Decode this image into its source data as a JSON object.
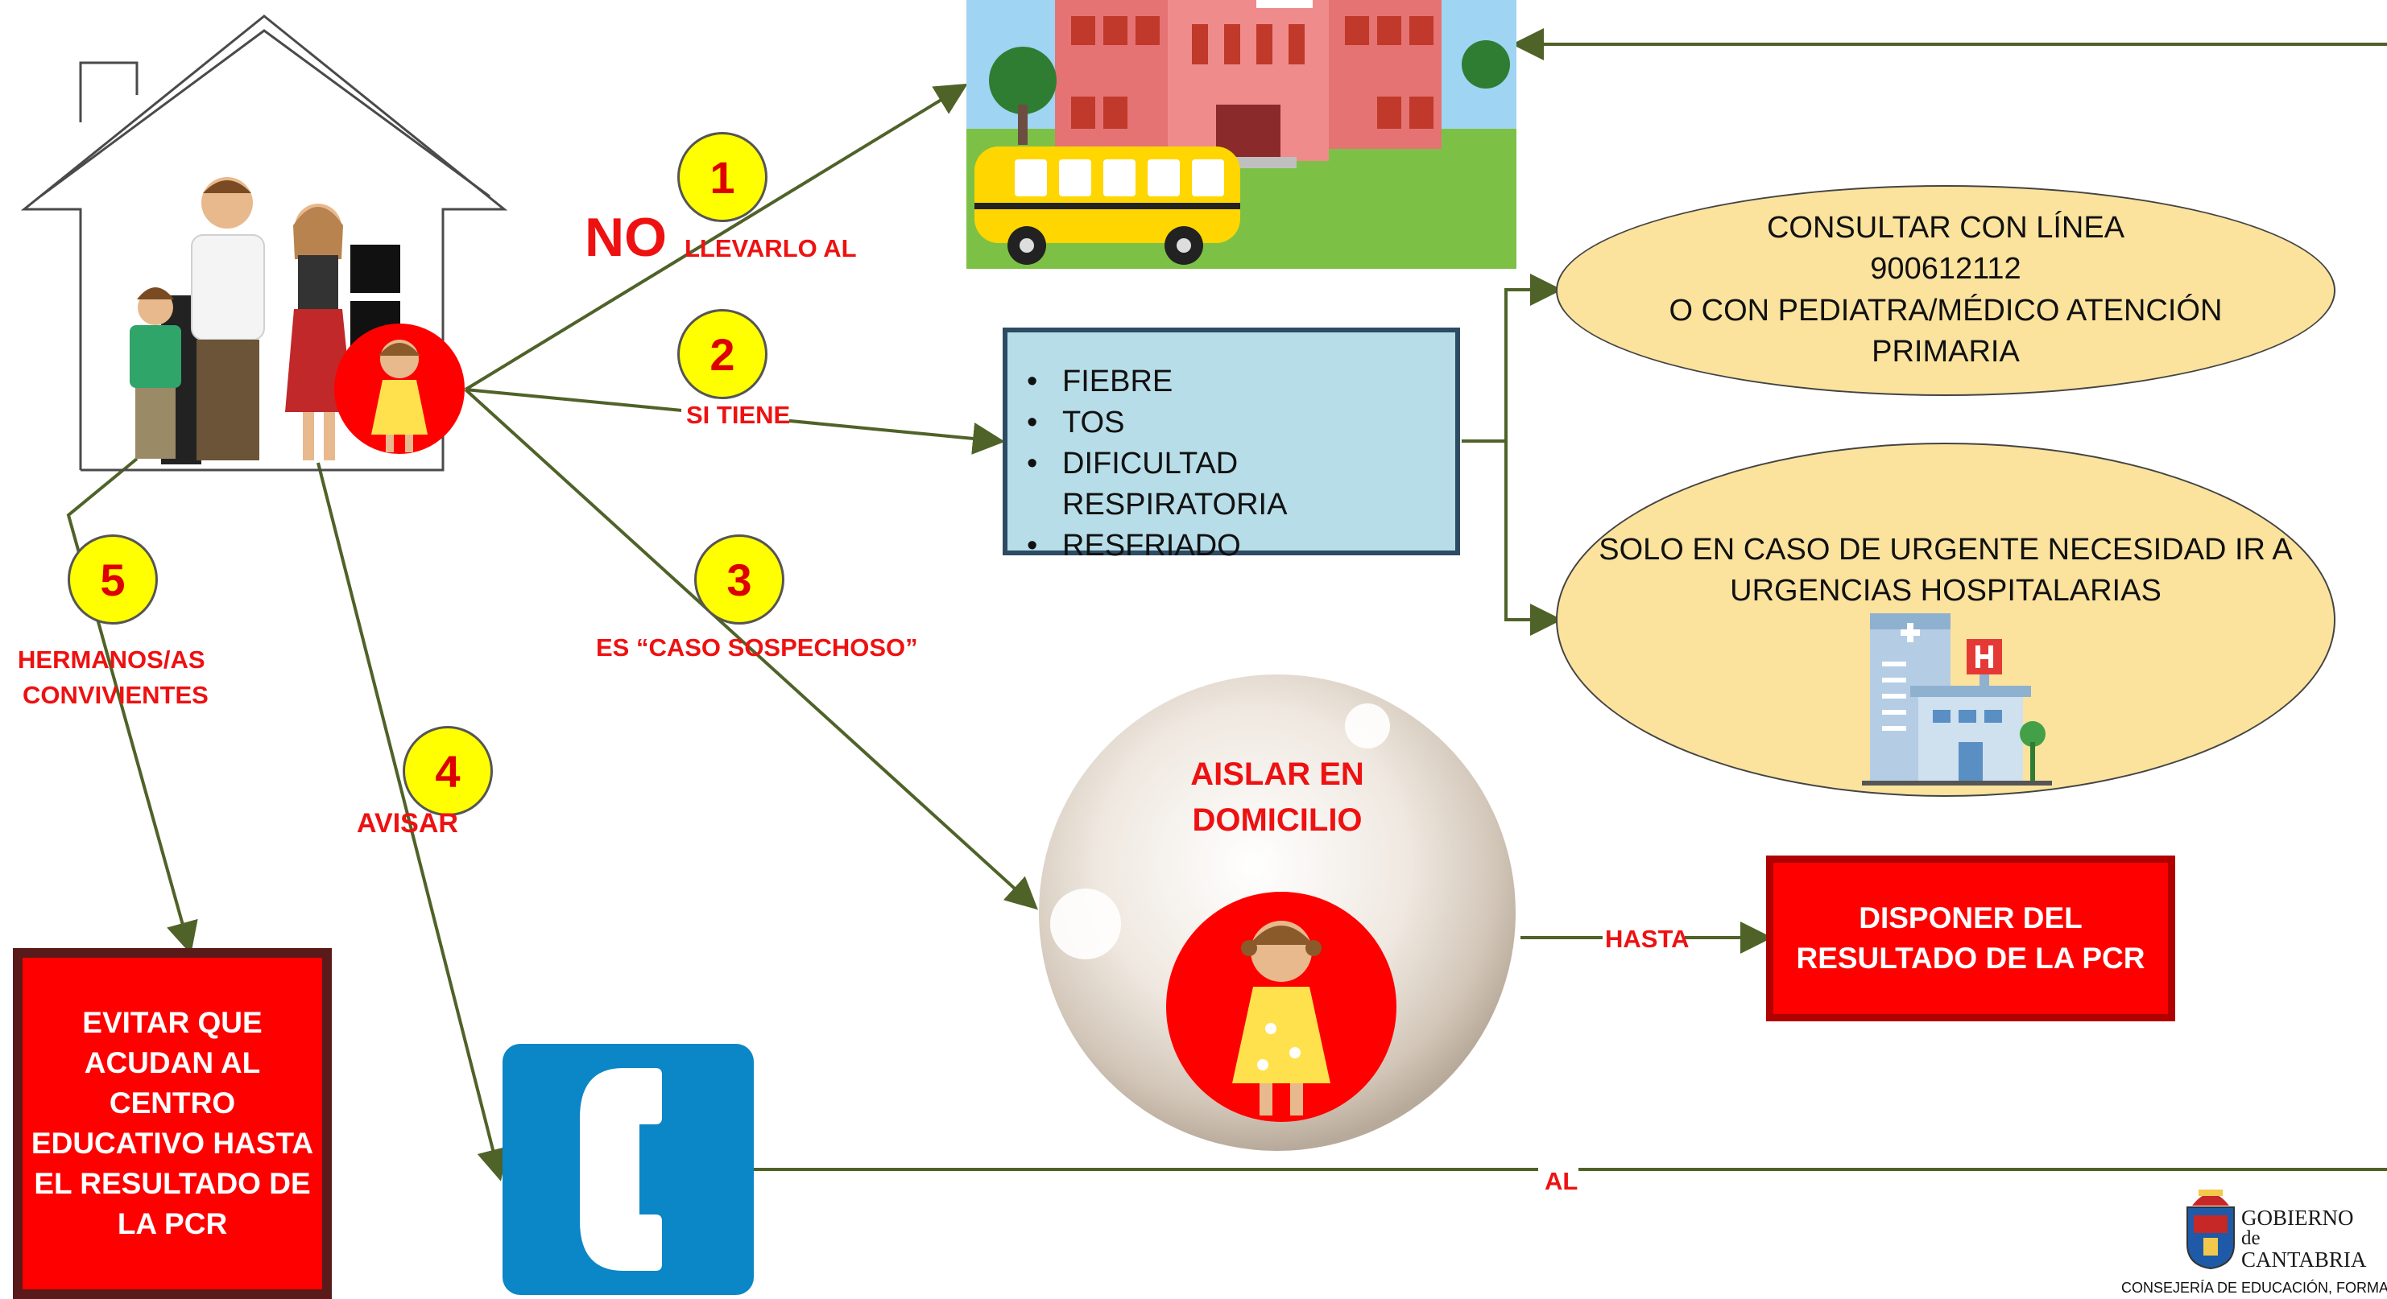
{
  "diagram": {
    "steps": {
      "step1": {
        "number": "1",
        "prefix": "NO",
        "label": "LLEVARLO AL"
      },
      "step2": {
        "number": "2",
        "label": "SI TIENE"
      },
      "step3": {
        "number": "3",
        "label": "ES “CASO SOSPECHOSO”"
      },
      "step4": {
        "number": "4",
        "label": "AVISAR"
      },
      "step5": {
        "number": "5",
        "label_line1": "HERMANOS/AS",
        "label_line2": "CONVIVIENTES"
      }
    },
    "symptoms": [
      "FIEBRE",
      "TOS",
      "DIFICULTAD RESPIRATORIA",
      "RESFRIADO"
    ],
    "consult": {
      "line1": "CONSULTAR CON LÍNEA",
      "line2": "900612112",
      "line3": "O CON PEDIATRA/MÉDICO ATENCIÓN",
      "line4": "PRIMARIA"
    },
    "urgent": {
      "line1": "SOLO EN CASO DE URGENTE NECESIDAD IR A",
      "line2": "URGENCIAS HOSPITALARIAS"
    },
    "isolate": {
      "line1": "AISLAR EN",
      "line2": "DOMICILIO"
    },
    "hasta_label": "HASTA",
    "pcr_box": {
      "line1": "DISPONER DEL",
      "line2": "RESULTADO DE LA PCR"
    },
    "avoid_box": {
      "line1": "EVITAR QUE",
      "line2": "ACUDAN AL",
      "line3": "CENTRO",
      "line4": "EDUCATIVO HASTA",
      "line5": "EL RESULTADO DE",
      "line6": "LA PCR"
    },
    "al_label": "AL"
  },
  "footer": {
    "gov_line1": "GOBIERNO",
    "gov_line2": "de",
    "gov_line3": "CANTABRIA",
    "department": "CONSEJERÍA DE EDUCACIÓN, FORMAC"
  },
  "colors": {
    "arrow": "#4f6228",
    "label_red": "#ee1111",
    "box_red": "#ff0000",
    "box_border": "#b00000",
    "number_fill": "#ffff00",
    "symptom_fill": "#b7dde8",
    "ellipse_fill": "#fbe39e",
    "phone_blue": "#0b86c6"
  },
  "icons": [
    "house-icon",
    "family-icon",
    "girl-icon",
    "school-icon",
    "school-bus-icon",
    "hospital-icon",
    "pearl-bubble-icon",
    "telephone-icon",
    "coat-of-arms-icon"
  ]
}
